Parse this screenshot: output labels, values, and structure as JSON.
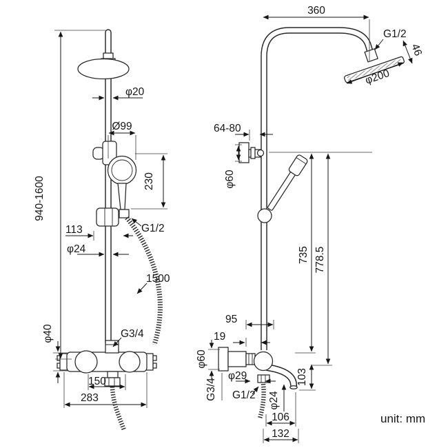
{
  "drawing": {
    "unit_label": "unit: mm",
    "front_view": {
      "overall_height": "940-1600",
      "riser_diameter": "φ20",
      "handset_diameter": "Ø99",
      "handset_length": "230",
      "handset_thread": "G1/2",
      "bracket_offset": "113",
      "rail_diameter": "φ24",
      "hose_length": "1500",
      "valve_body_diameter": "φ40",
      "riser_thread": "G3/4",
      "inlet_spacing": "150",
      "valve_width": "283"
    },
    "side_view": {
      "arm_reach": "360",
      "head_thread": "G1/2",
      "head_edge_height": "46",
      "head_diameter": "φ200",
      "bracket_depth_range": "64-80",
      "bracket_escutcheon_diameter": "φ60",
      "rail_height": "735",
      "column_height": "778.5",
      "valve_depth": "95",
      "valve_offset": "19",
      "valve_escutcheon_diameter": "φ60",
      "outlet_diameter": "φ29",
      "inlet_thread": "G3/4",
      "hose_thread": "G1/2",
      "spout_diameter": "φ24",
      "spout_drop": "103",
      "spout_reach": "106",
      "overall_depth": "132"
    }
  }
}
